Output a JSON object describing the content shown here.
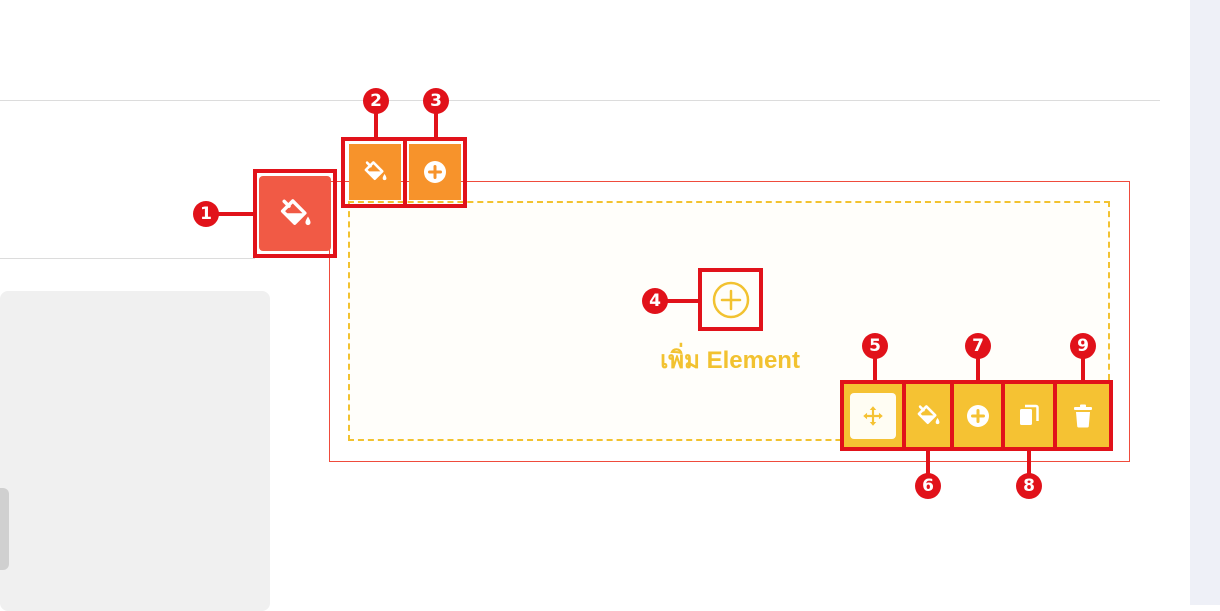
{
  "colors": {
    "accent_red": "#e1121a",
    "section_border": "#ef4b3c",
    "section_bg_button": "#f15a45",
    "column_toolbar": "#f7932b",
    "element_toolbar": "#f5c233",
    "dropzone_border": "#f2c230"
  },
  "dropzone": {
    "add_label": "เพิ่ม Element"
  },
  "callouts": [
    "1",
    "2",
    "3",
    "4",
    "5",
    "6",
    "7",
    "8",
    "9"
  ],
  "icons": {
    "section_background": "paint-bucket-icon",
    "column_background": "paint-bucket-icon",
    "column_add": "plus-circle-icon",
    "add_element": "plus-circle-outline-icon",
    "element_move": "move-arrows-icon",
    "element_background": "paint-bucket-icon",
    "element_add": "plus-circle-icon",
    "element_duplicate": "copy-icon",
    "element_delete": "trash-icon"
  }
}
